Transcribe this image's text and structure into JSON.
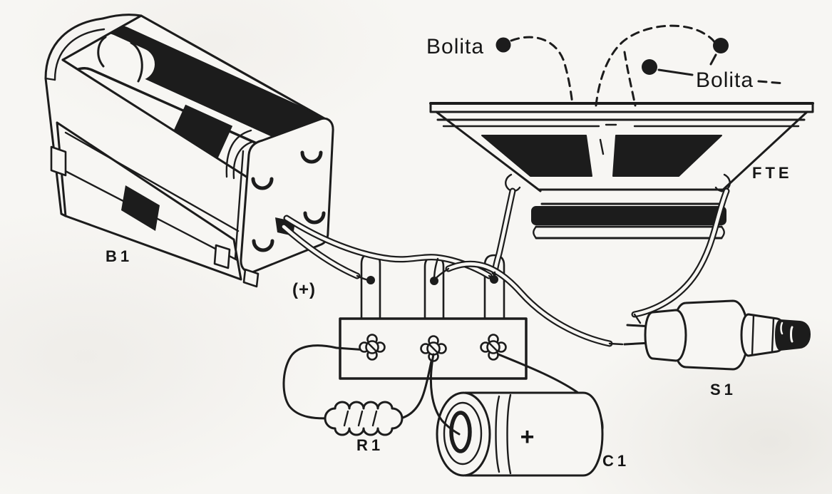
{
  "diagram": {
    "labels": {
      "battery": "B1",
      "battery_polarity": "(+)",
      "ball_left": "Bolita",
      "ball_right": "Bolita",
      "speaker": "FTE",
      "switch": "S1",
      "resistor": "R1",
      "capacitor": "C1",
      "capacitor_polarity": "+"
    },
    "colors": {
      "ink": "#1c1c1c",
      "paper": "#f7f6f3"
    }
  }
}
